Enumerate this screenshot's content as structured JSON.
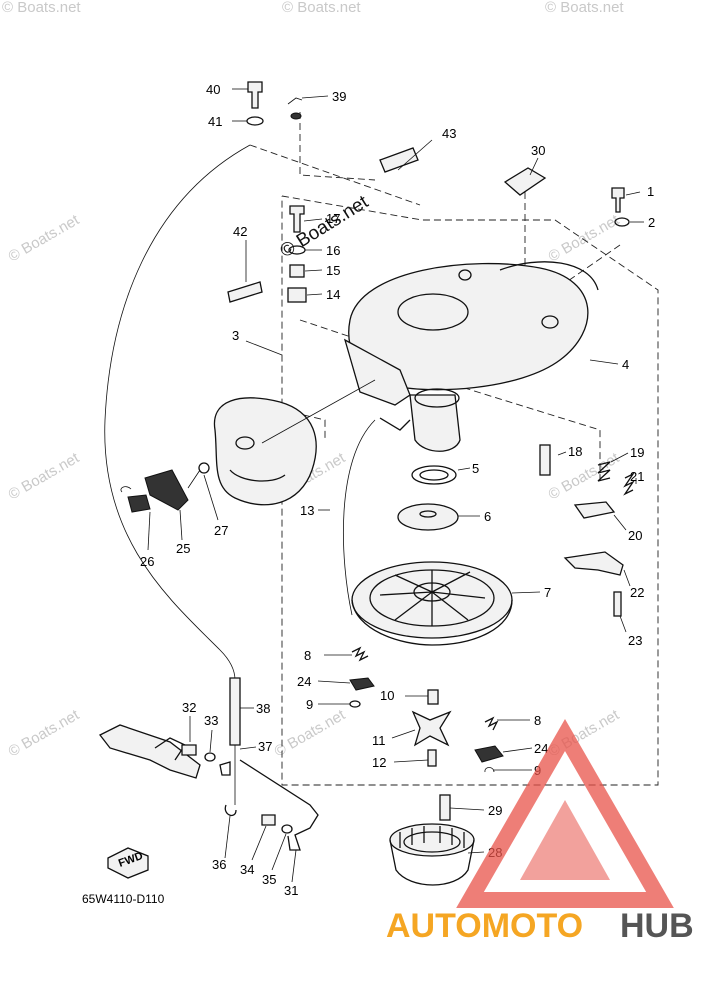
{
  "diagram": {
    "code": "65W4110-D110",
    "fwd_label": "FWD",
    "labels": [
      {
        "id": "1",
        "text": "1"
      },
      {
        "id": "2",
        "text": "2"
      },
      {
        "id": "3",
        "text": "3"
      },
      {
        "id": "4",
        "text": "4"
      },
      {
        "id": "5",
        "text": "5"
      },
      {
        "id": "6",
        "text": "6"
      },
      {
        "id": "7",
        "text": "7"
      },
      {
        "id": "8a",
        "text": "8"
      },
      {
        "id": "8b",
        "text": "8"
      },
      {
        "id": "9a",
        "text": "9"
      },
      {
        "id": "9b",
        "text": "9"
      },
      {
        "id": "10",
        "text": "10"
      },
      {
        "id": "11",
        "text": "11"
      },
      {
        "id": "12",
        "text": "12"
      },
      {
        "id": "13",
        "text": "13"
      },
      {
        "id": "14",
        "text": "14"
      },
      {
        "id": "15",
        "text": "15"
      },
      {
        "id": "16",
        "text": "16"
      },
      {
        "id": "17",
        "text": "17"
      },
      {
        "id": "18",
        "text": "18"
      },
      {
        "id": "19",
        "text": "19"
      },
      {
        "id": "20",
        "text": "20"
      },
      {
        "id": "21",
        "text": "21"
      },
      {
        "id": "22",
        "text": "22"
      },
      {
        "id": "23",
        "text": "23"
      },
      {
        "id": "24a",
        "text": "24"
      },
      {
        "id": "24b",
        "text": "24"
      },
      {
        "id": "25",
        "text": "25"
      },
      {
        "id": "26",
        "text": "26"
      },
      {
        "id": "27",
        "text": "27"
      },
      {
        "id": "28",
        "text": "28"
      },
      {
        "id": "29",
        "text": "29"
      },
      {
        "id": "30",
        "text": "30"
      },
      {
        "id": "31",
        "text": "31"
      },
      {
        "id": "32",
        "text": "32"
      },
      {
        "id": "33",
        "text": "33"
      },
      {
        "id": "34",
        "text": "34"
      },
      {
        "id": "35",
        "text": "35"
      },
      {
        "id": "36",
        "text": "36"
      },
      {
        "id": "37",
        "text": "37"
      },
      {
        "id": "38",
        "text": "38"
      },
      {
        "id": "39",
        "text": "39"
      },
      {
        "id": "40",
        "text": "40"
      },
      {
        "id": "41",
        "text": "41"
      },
      {
        "id": "42",
        "text": "42"
      },
      {
        "id": "43",
        "text": "43"
      }
    ]
  },
  "watermark": {
    "text": "© Boats.net"
  },
  "logo": {
    "part1": "AUTOMOTO",
    "part2": "HUB",
    "color1": "#f5a623",
    "color2": "#555555",
    "mark_color": "#e8534a"
  }
}
